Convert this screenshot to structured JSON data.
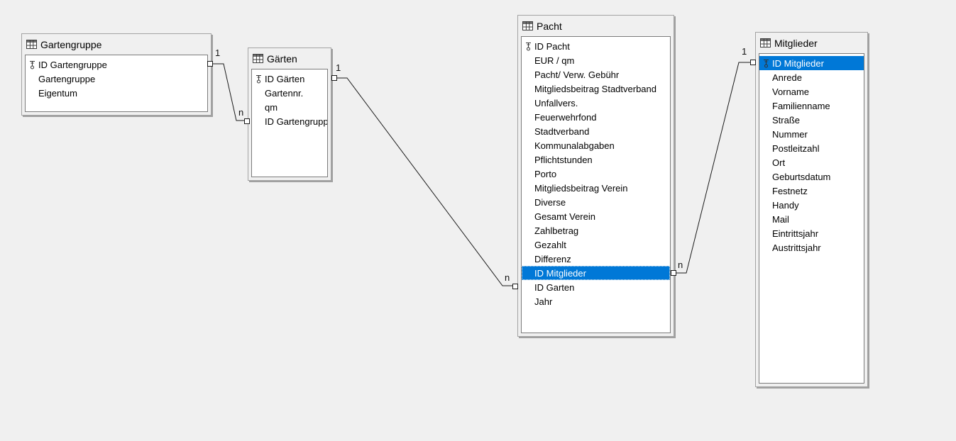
{
  "diagram": {
    "background_color": "#f0f0f0",
    "selection_color": "#0078d7",
    "tables": [
      {
        "id": "gartengruppe",
        "title": "Gartengruppe",
        "fields": [
          {
            "name": "ID Gartengruppe",
            "pk": true
          },
          {
            "name": "Gartengruppe"
          },
          {
            "name": "Eigentum"
          }
        ]
      },
      {
        "id": "gaerten",
        "title": "Gärten",
        "fields": [
          {
            "name": "ID Gärten",
            "pk": true
          },
          {
            "name": "Gartennr."
          },
          {
            "name": "qm"
          },
          {
            "name": "ID Gartengruppe"
          }
        ]
      },
      {
        "id": "pacht",
        "title": "Pacht",
        "fields": [
          {
            "name": "ID Pacht",
            "pk": true
          },
          {
            "name": "EUR / qm"
          },
          {
            "name": "Pacht/ Verw. Gebühr"
          },
          {
            "name": "Mitgliedsbeitrag Stadtverband"
          },
          {
            "name": "Unfallvers."
          },
          {
            "name": "Feuerwehrfond"
          },
          {
            "name": "Stadtverband"
          },
          {
            "name": "Kommunalabgaben"
          },
          {
            "name": "Pflichtstunden"
          },
          {
            "name": "Porto"
          },
          {
            "name": "Mitgliedsbeitrag Verein"
          },
          {
            "name": "Diverse"
          },
          {
            "name": "Gesamt Verein"
          },
          {
            "name": "Zahlbetrag"
          },
          {
            "name": "Gezahlt"
          },
          {
            "name": "Differenz"
          },
          {
            "name": "ID Mitglieder",
            "selected": true,
            "focused": true
          },
          {
            "name": "ID Garten"
          },
          {
            "name": "Jahr"
          }
        ]
      },
      {
        "id": "mitglieder",
        "title": "Mitglieder",
        "fields": [
          {
            "name": "ID Mitglieder",
            "pk": true,
            "selected": true
          },
          {
            "name": "Anrede"
          },
          {
            "name": "Vorname"
          },
          {
            "name": "Familienname"
          },
          {
            "name": "Straße"
          },
          {
            "name": "Nummer"
          },
          {
            "name": "Postleitzahl"
          },
          {
            "name": "Ort"
          },
          {
            "name": "Geburtsdatum"
          },
          {
            "name": "Festnetz"
          },
          {
            "name": "Handy"
          },
          {
            "name": "Mail"
          },
          {
            "name": "Eintrittsjahr"
          },
          {
            "name": "Austrittsjahr"
          }
        ]
      }
    ],
    "relations": [
      {
        "id": "gartengruppe-gaerten",
        "from_table": "Gartengruppe",
        "from_field": "ID Gartengruppe",
        "from_card": "1",
        "to_table": "Gärten",
        "to_field": "ID Gartengruppe",
        "to_card": "n"
      },
      {
        "id": "gaerten-pacht",
        "from_table": "Gärten",
        "from_field": "ID Gärten",
        "from_card": "1",
        "to_table": "Pacht",
        "to_field": "ID Garten",
        "to_card": "n"
      },
      {
        "id": "pacht-mitglieder",
        "from_table": "Pacht",
        "from_field": "ID Mitglieder",
        "from_card": "n",
        "to_table": "Mitglieder",
        "to_field": "ID Mitglieder",
        "to_card": "1"
      }
    ]
  }
}
